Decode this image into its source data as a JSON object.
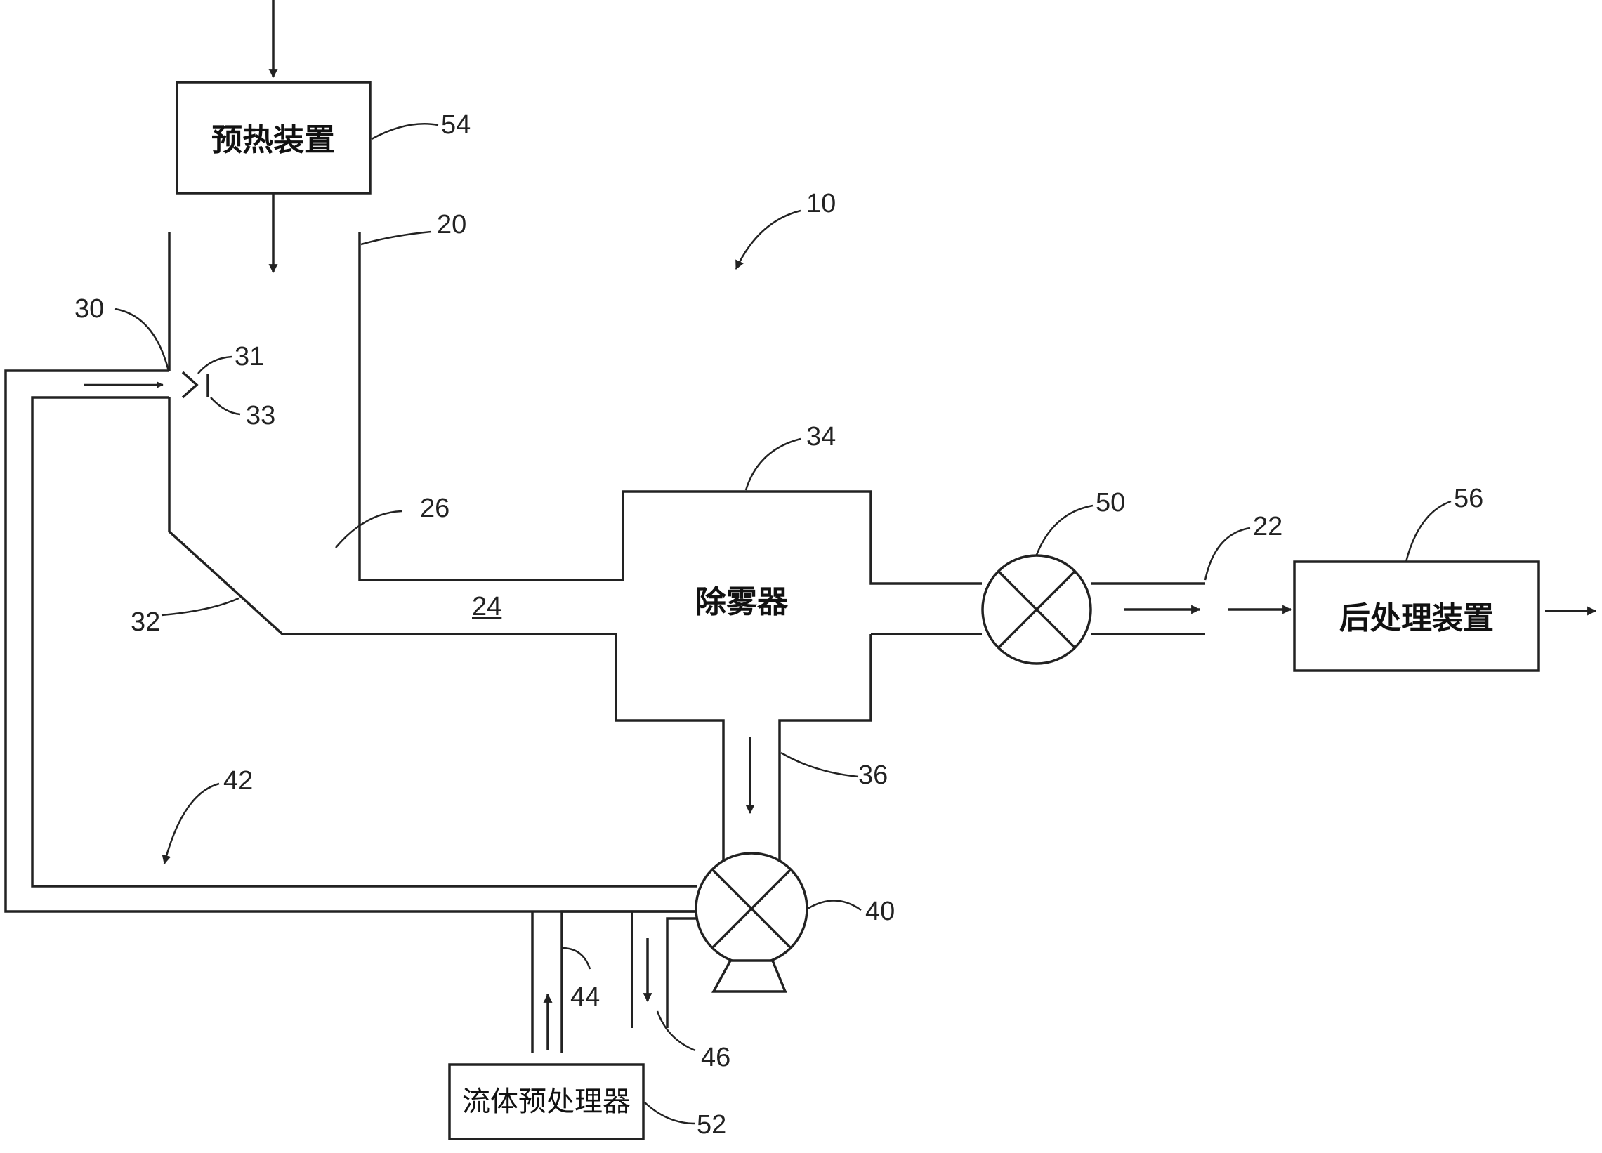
{
  "components": {
    "preheater": "预热装置",
    "demister": "除雾器",
    "post_treatment": "后处理装置",
    "fluid_pretreater": "流体预处理器"
  },
  "refs": {
    "r10": "10",
    "r20": "20",
    "r22": "22",
    "r24": "24",
    "r26": "26",
    "r30": "30",
    "r31": "31",
    "r32": "32",
    "r33": "33",
    "r34": "34",
    "r36": "36",
    "r40": "40",
    "r42": "42",
    "r44": "44",
    "r46": "46",
    "r50": "50",
    "r52": "52",
    "r54": "54",
    "r56": "56"
  }
}
